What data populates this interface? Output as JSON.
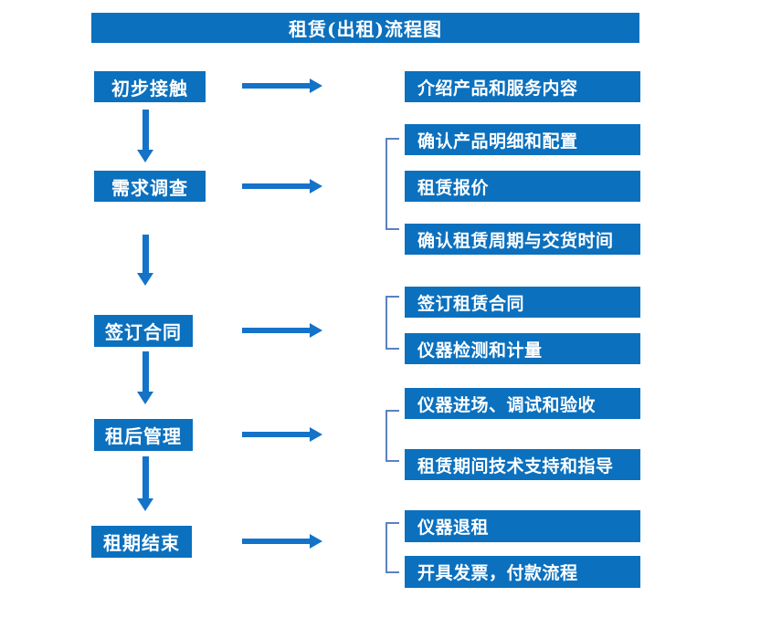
{
  "title": "租赁(出租)流程图",
  "colors": {
    "box_blue": "#0B70BE",
    "arrow_blue": "#1473C8",
    "bracket_blue": "#5B81C0",
    "text_white": "#FFFFFF",
    "background": "#FFFFFF"
  },
  "stages": [
    {
      "label": "初步接触",
      "details": [
        "介绍产品和服务内容"
      ]
    },
    {
      "label": "需求调查",
      "details": [
        "确认产品明细和配置",
        "租赁报价",
        "确认租赁周期与交货时间"
      ]
    },
    {
      "label": "签订合同",
      "details": [
        "签订租赁合同",
        "仪器检测和计量"
      ]
    },
    {
      "label": "租后管理",
      "details": [
        "仪器进场、调试和验收",
        "租赁期间技术支持和指导"
      ]
    },
    {
      "label": "租期结束",
      "details": [
        "仪器退租",
        "开具发票，付款流程"
      ]
    }
  ]
}
